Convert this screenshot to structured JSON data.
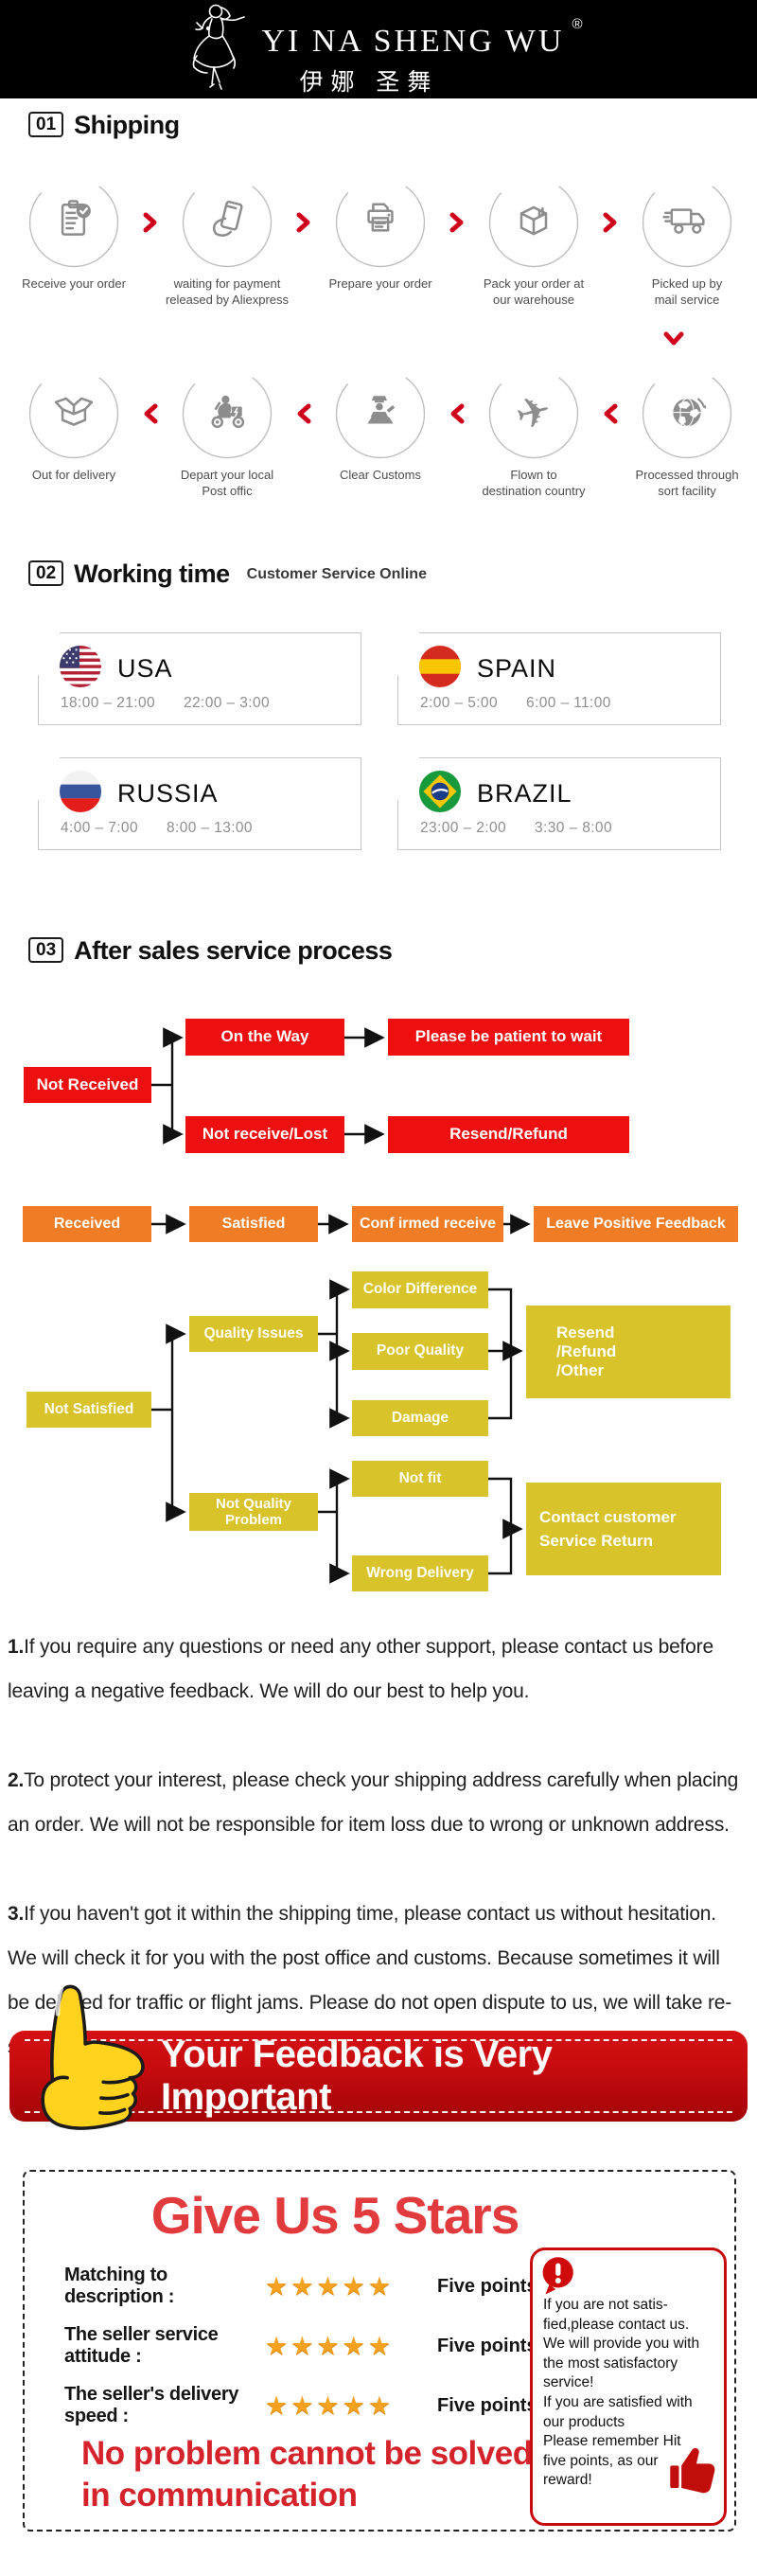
{
  "header": {
    "brand": "YI NA SHENG WU",
    "reg": "®",
    "brand_cn": "伊娜 圣舞"
  },
  "sec1": {
    "num": "01",
    "title": "Shipping"
  },
  "shipping": {
    "row1": [
      {
        "label": "Receive your order",
        "icon": "order-clipboard-icon"
      },
      {
        "label": "waiting for payment\nreleased by Aliexpress",
        "icon": "payment-card-icon"
      },
      {
        "label": "Prepare your order",
        "icon": "printer-icon"
      },
      {
        "label": "Pack your order at\nour warehouse",
        "icon": "package-box-icon"
      },
      {
        "label": "Picked up by\nmail service",
        "icon": "delivery-truck-icon"
      }
    ],
    "row2": [
      {
        "label": "Out  for delivery",
        "icon": "open-box-icon"
      },
      {
        "label": "Depart your local\nPost offic",
        "icon": "courier-scooter-icon"
      },
      {
        "label": "Clear Customs",
        "icon": "customs-officer-icon"
      },
      {
        "label": "Flown to\ndestination country",
        "icon": "airplane-icon"
      },
      {
        "label": "Processed through\nsort facility",
        "icon": "globe-icon"
      }
    ]
  },
  "sec2": {
    "num": "02",
    "title": "Working time",
    "subtitle": "Customer Service Online"
  },
  "working_time": [
    {
      "country": "USA",
      "time1": "18:00 – 21:00",
      "time2": "22:00 – 3:00",
      "flag": "usa-flag"
    },
    {
      "country": "SPAIN",
      "time1": "2:00 – 5:00",
      "time2": "6:00 – 11:00",
      "flag": "spain-flag"
    },
    {
      "country": "RUSSIA",
      "time1": "4:00 – 7:00",
      "time2": "8:00 – 13:00",
      "flag": "russia-flag"
    },
    {
      "country": "BRAZIL",
      "time1": "23:00 – 2:00",
      "time2": "3:30 – 8:00",
      "flag": "brazil-flag"
    }
  ],
  "sec3": {
    "num": "03",
    "title": "After sales service process"
  },
  "flow": {
    "not_received": "Not Received",
    "on_the_way": "On the Way",
    "please_wait": "Please be patient to wait",
    "not_receive_lost": "Not receive/Lost",
    "resend_refund": "Resend/Refund",
    "received": "Received",
    "satisfied": "Satisfied",
    "confirmed": "Conf irmed receive",
    "leave_feedback": "Leave Positive Feedback",
    "not_satisfied": "Not Satisfied",
    "quality_issues": "Quality Issues",
    "color_difference": "Color Difference",
    "poor_quality": "Poor Quality",
    "damage": "Damage",
    "resend_other": "Resend\n/Refund\n/Other",
    "not_quality": "Not Quality\nProblem",
    "not_fit": "Not fit",
    "wrong_delivery": "Wrong Delivery",
    "contact_return": "Contact customer\nService Return"
  },
  "notes": [
    {
      "num": "1.",
      "text": "If you require any questions or need any other support, please contact us before\nleaving a negative feedback. We will do our best to help you."
    },
    {
      "num": "2.",
      "text": "To protect your interest, please check your shipping address carefully when placing\nan order. We will not be responsible for item loss due to wrong or unknown address."
    },
    {
      "num": "3.",
      "text": "If you haven't got it within the shipping time, please contact us without hesitation.\nWe will check it for you with the post office and customs. Because sometimes it will\nbe delayed for traffic or flight jams. Please do not open dispute to us, we will take re-\nsponsibility to resend or refund for any lost item."
    }
  ],
  "banner": {
    "text": "Your Feedback is Very Important"
  },
  "stars": {
    "title": "Give Us 5 Stars",
    "rows": [
      {
        "label": "Matching to description :"
      },
      {
        "label": "The seller service attitude :"
      },
      {
        "label": "The seller's delivery speed :"
      }
    ],
    "five_points": "Five points",
    "count": 5,
    "slogan": "No problem cannot be solved\n in communication",
    "panel": "If you are not satis-\nfied,please contact us.\nWe will provide you with\nthe most satisfactory\nservice!\nIf you are satisfied with\nour products\nPlease remember Hit\nfive points, as our\nreward!"
  },
  "colors": {
    "flow_red": "#ee1010",
    "flow_orange": "#f07d26",
    "flow_yellow": "#d9c32b",
    "banner_red": "#c40b0e",
    "title_red": "#e23b3e",
    "slogan_red": "#d4232a",
    "star_orange": "#f6a11f",
    "icon_gray": "#8d8d8d"
  }
}
